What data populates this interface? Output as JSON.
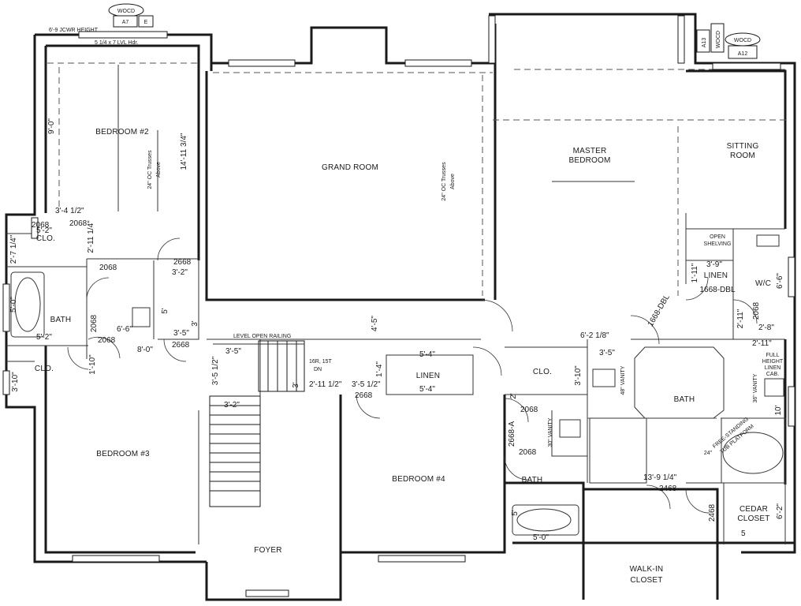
{
  "tags": {
    "left": {
      "top": "WOCD",
      "code": "A7",
      "letter": "E"
    },
    "right": {
      "top": "WOCD",
      "code": "A12",
      "side_top": "A13",
      "side_code": "WOCD"
    }
  },
  "header_note": "6'-9 JCWR HEIGHT",
  "header_note_small": "5 1/4 x 7 LVL Hdr.",
  "rooms": {
    "bedroom2": "BEDROOM #2",
    "grand_room": "GRAND ROOM",
    "master_bedroom": [
      "MASTER",
      "BEDROOM"
    ],
    "sitting_room": [
      "SITTING",
      "ROOM"
    ],
    "bedroom3": "BEDROOM #3",
    "bedroom4": "BEDROOM #4",
    "foyer": "FOYER",
    "walk_in_closet": [
      "WALK-IN",
      "CLOSET"
    ],
    "cedar_closet": [
      "CEDAR",
      "CLOSET"
    ],
    "bath_left": "BATH",
    "bath_center": "BATH",
    "bath_master": "BATH",
    "clo_top": "CLO.",
    "clo_bottom": "CLO.",
    "clo_center": "CLO.",
    "linen_center": "LINEN",
    "linen_right": "LINEN",
    "wc": "W/C"
  },
  "notes": {
    "trusses_1": [
      "24\" OC Trusses",
      "Above"
    ],
    "trusses_2": [
      "24\" OC Trusses",
      "Above"
    ],
    "open_shelving": [
      "OPEN",
      "SHELVING"
    ],
    "level_open_railing": "LEVEL OPEN RAILING",
    "stairs": [
      "16R, 15T",
      "DN"
    ],
    "vanity_48": "48\" VANITY",
    "vanity_36": "36\" VANITY",
    "vanity_30": "30\" VANITY",
    "full_height_linen": [
      "FULL",
      "HEIGHT",
      "LINEN",
      "CAB."
    ],
    "tub": [
      "FREE-STANDING",
      "TUB PLATFORM"
    ],
    "dbl_door_1": "1668-DBL",
    "dbl_door_2": "1668-DBL",
    "dim_24": "24\""
  },
  "door_codes": [
    "2068",
    "2068",
    "2068",
    "2068",
    "2668",
    "2668",
    "2668",
    "2068",
    "2068",
    "2668-A",
    "2068",
    "2468",
    "2468",
    "2068"
  ],
  "dimensions": {
    "bed2_h": "14'-11 3/4\"",
    "bed2_v": "9'-0\"",
    "clo_a": "3'-4 1/2\"",
    "clo_b": "5'-2\"",
    "clo_c": "2'-7 1/4\"",
    "clo_d": "2'-11 1/4\"",
    "hall_a": "3'-2\"",
    "bath_a": "5'-0\"",
    "bath_b": "5'-2\"",
    "bath_c": "6'-6\"",
    "bath_d": "8'-0\"",
    "bath_e": "5'",
    "bath_f": "3'-5\"",
    "bath_g": "3'",
    "clo2_a": "3'-10\"",
    "clo2_b": "1'-10\"",
    "stair_a": "3'-5\"",
    "stair_b": "3'-5 1/2\"",
    "stair_c": "3'-2\"",
    "stair_d": "2'-11 1/2\"",
    "stair_e": "3'-5 1/2\"",
    "stair_f": "4'-5\"",
    "stair_g": "1'-4\"",
    "stair_h": "3'",
    "linen_a": "5'-4\"",
    "linen_b": "5'-4\"",
    "mb_a": "6'-2 1/8\"",
    "mb_b": "3'-5\"",
    "mb_c": "3'-10\"",
    "sit_a": "3'-9\"",
    "sit_b": "1'-11\"",
    "sit_c": "6'-6\"",
    "sit_d": "2'-11\"",
    "sit_e": "2'-8\"",
    "sit_f": "2'-11\"",
    "mbath_a": "13'-9 1/4\"",
    "mbath_b": "10'",
    "cedar_a": "6'-2\"",
    "cedar_b": "5",
    "bath4_a": "5'-0\"",
    "bath4_b": "5'",
    "center_a": "2'"
  }
}
